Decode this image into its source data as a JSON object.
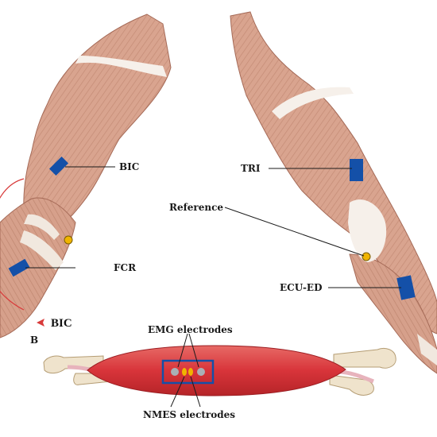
{
  "figure": {
    "panel_label": "B",
    "labels": {
      "bic_upper": "BIC",
      "fcr": "FCR",
      "bic_lower": "BIC",
      "tri": "TRI",
      "reference": "Reference",
      "ecu_ed": "ECU-ED",
      "emg": "EMG electrodes",
      "nmes": "NMES electrodes"
    },
    "colors": {
      "muscle": "#d9a48f",
      "muscle_dark": "#b87a66",
      "tendon": "#f3ece4",
      "electrode": "#1450a8",
      "reference_electrode": "#f0b400",
      "muscle_red": "#d83a3a",
      "bone": "#efe3cc",
      "leader_line": "#1a1a1a"
    }
  }
}
